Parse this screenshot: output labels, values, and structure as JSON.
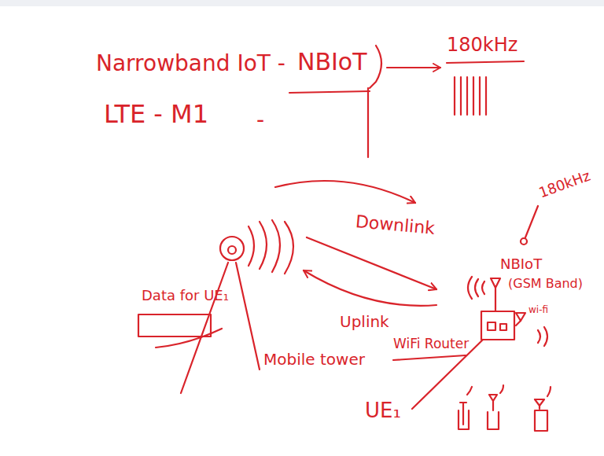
{
  "diagram": {
    "labels": [
      "Narrowband IoT -",
      "NBIoT",
      "180kHz",
      "LTE - M1",
      "-",
      "Downlink",
      "Uplink",
      "NBIoT",
      "180kHz",
      "(GSM Band)",
      "Data for UE₁",
      "Mobile tower",
      "WiFi Router",
      "wi-fi",
      "UE₁"
    ]
  }
}
